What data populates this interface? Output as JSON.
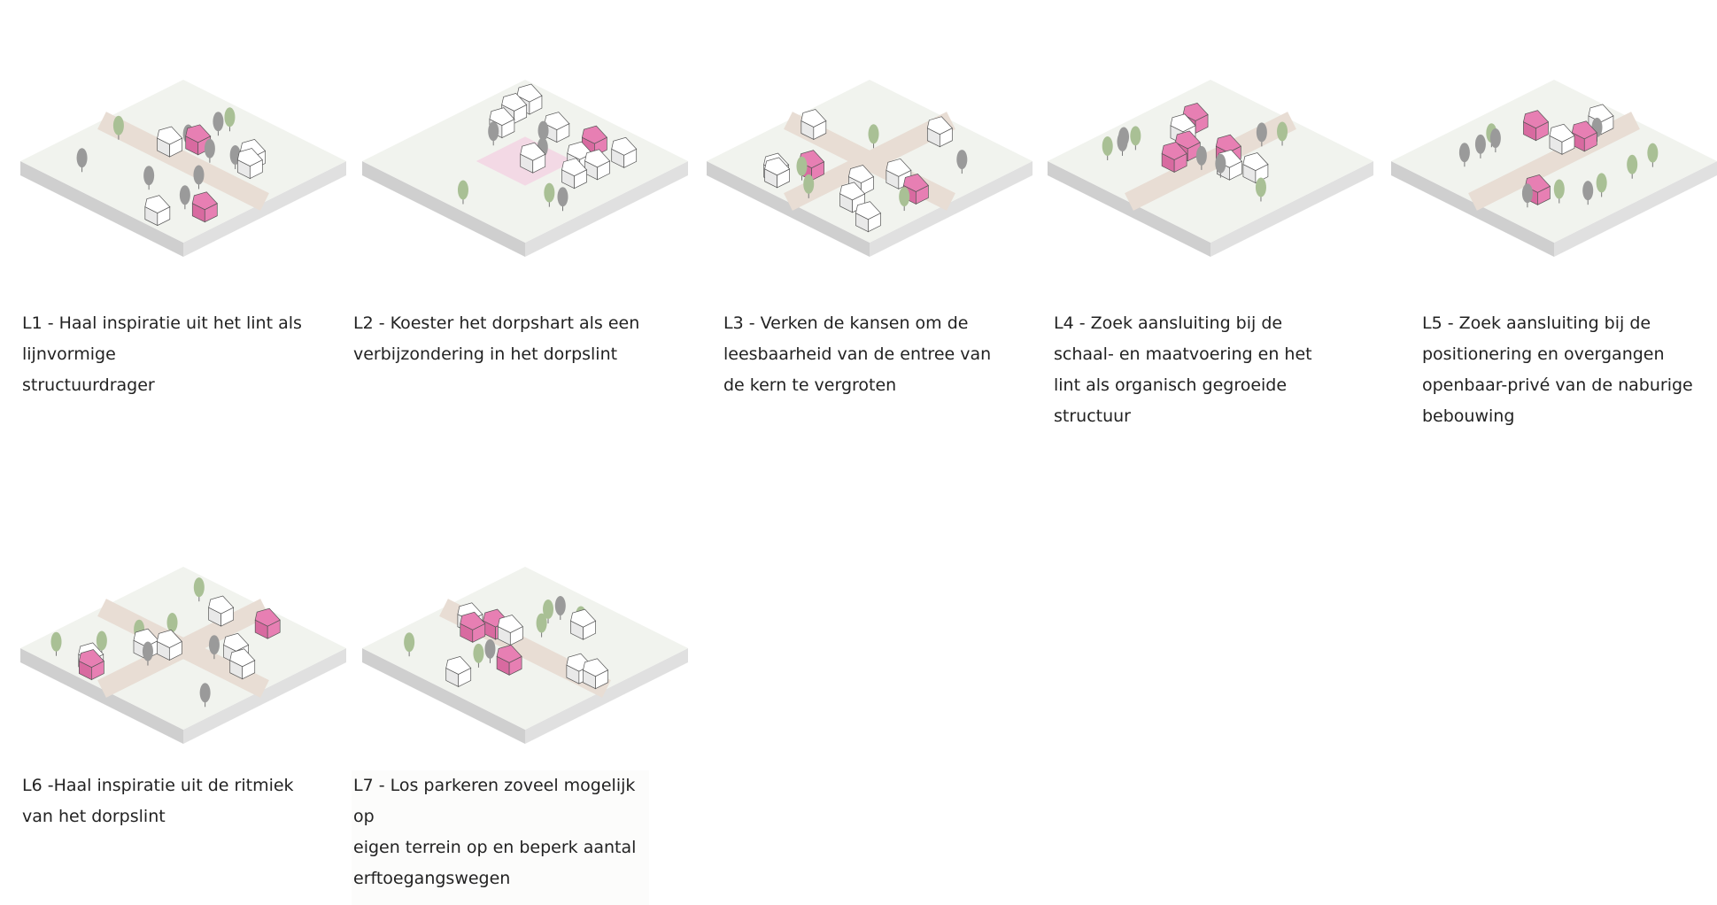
{
  "colors": {
    "ground": "#f1f3ee",
    "side": "#d9d9d9",
    "road": "#e8ddd4",
    "pink": "#e77fb3",
    "tree_green": "#a9c095",
    "tree_grey": "#9a9a9a"
  },
  "principles": [
    {
      "id": "L1",
      "caption": "L1 - Haal inspiratie uit het lint als\nlijnvormige\nstructuurdrager"
    },
    {
      "id": "L2",
      "caption": "L2 - Koester het dorpshart als een\nverbijzondering in het dorpslint"
    },
    {
      "id": "L3",
      "caption": "L3 -  Verken de kansen om de\nleesbaarheid van de entree van\nde kern te vergroten"
    },
    {
      "id": "L4",
      "caption": "L4 - Zoek aansluiting bij de\nschaal- en maatvoering en het\nlint als organisch gegroeide\nstructuur"
    },
    {
      "id": "L5",
      "caption": "L5 - Zoek aansluiting bij de\npositionering en overgangen\nopenbaar-privé van de naburige\nbebouwing"
    },
    {
      "id": "L6",
      "caption": "L6 -Haal inspiratie uit de ritmiek\nvan het dorpslint"
    },
    {
      "id": "L7",
      "caption": "L7 - Los parkeren zoveel mogelijk op\neigen terrein op en beperk aantal\nerftoegangswegen"
    }
  ]
}
